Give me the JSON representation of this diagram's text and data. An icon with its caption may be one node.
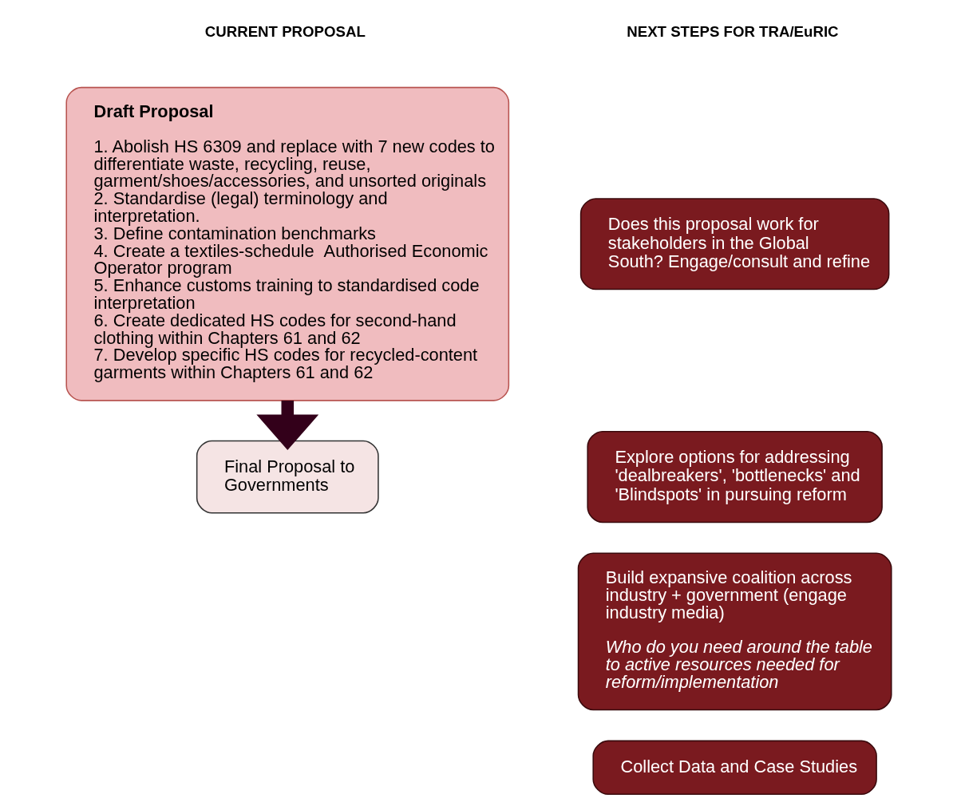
{
  "diagram": {
    "nodes": [
      {
        "text": [
          "Draft Proposal",
          "1. Abolish HS 6309 and replace with 7 new codes to differentiate waste, recycling, reuse, garment/shoes/accessories, and unsorted originals",
          "2. Standardise (legal) terminology and interpretation.",
          "3. Define contamination benchmarks",
          "4. Create a textiles-schedule  Authorised Economic Operator program",
          "5. Enhance customs training to standardised code interpretation",
          "6. Create dedicated HS codes for second-hand clothing within Chapters 61 and 62",
          "7. Develop specific HS codes for recycled-content garments within Chapters 61 and 62"
        ]
      },
      {
        "text": [
          "Final Proposal to Governments"
        ]
      },
      {
        "text": [
          "Does this proposal work for stakeholders in the Global South? Engage/consult and refine"
        ]
      },
      {
        "text": [
          "Explore options for addressing 'dealbreakers', 'bottlenecks' and 'Blindspots' in pursuing reform"
        ]
      },
      {
        "text": [
          "Build expansive coalition across industry + government (engage industry media)",
          "Who do you need around the table to active resources needed for reform/implementation"
        ]
      },
      {
        "text": [
          "Collect Data and Case Studies"
        ]
      }
    ],
    "edges": [
      {
        "from": 0,
        "to": 1,
        "arrow": "to"
      }
    ],
    "labels": [
      "CURRENT PROPOSAL",
      "NEXT STEPS FOR TRA/EuRIC"
    ]
  }
}
